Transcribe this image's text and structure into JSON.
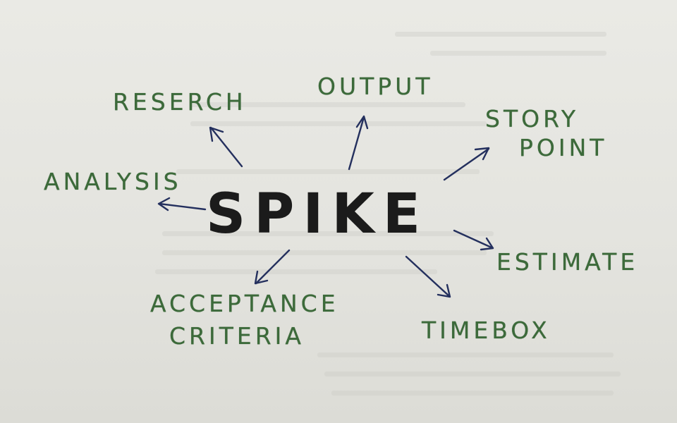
{
  "diagram": {
    "center": "SPIKE",
    "branches": {
      "research": "RESERCH",
      "output": "OUTPUT",
      "story_point": [
        "STORY",
        "POINT"
      ],
      "analysis": "ANALYSIS",
      "estimate": "ESTIMATE",
      "acceptance_criteria": [
        "ACCEPTANCE",
        "CRITERIA"
      ],
      "timebox": "TIMEBOX"
    }
  },
  "colors": {
    "paper": "#e6e6e1",
    "center_ink": "#1b1b1b",
    "label_ink": "#3c6a3a",
    "arrow_ink": "#24305e"
  }
}
